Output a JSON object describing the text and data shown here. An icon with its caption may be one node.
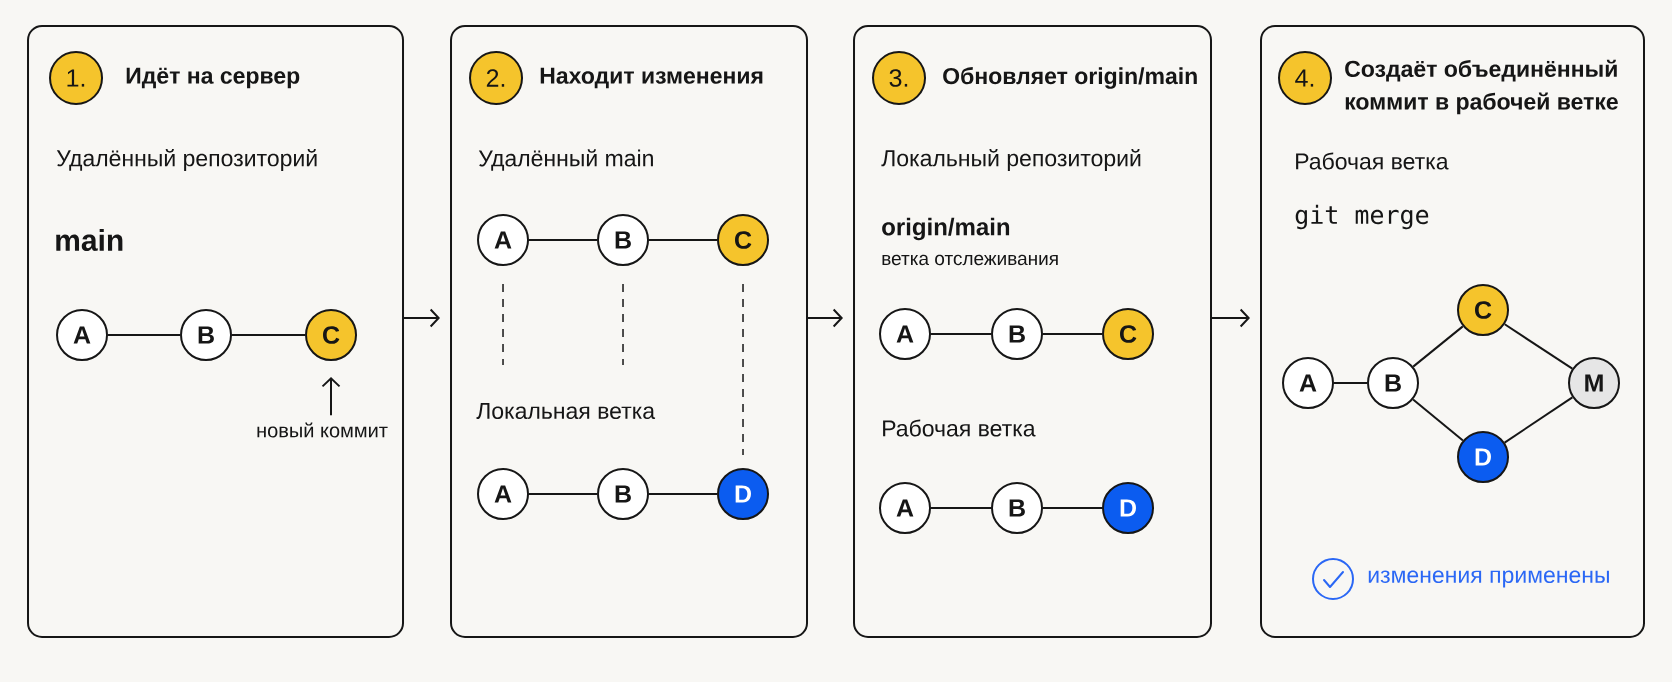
{
  "diagram": {
    "nodes": [
      {
        "text": [
          "Идёт на сервер",
          "Удалённый репозиторий",
          "main"
        ]
      },
      {
        "text": [
          "1."
        ],
        "in": 0
      },
      {
        "text": [
          "A"
        ],
        "in": 0
      },
      {
        "text": [
          "B"
        ],
        "in": 0
      },
      {
        "text": [
          "C"
        ],
        "in": 0
      },
      {
        "text": [
          "новый коммит"
        ],
        "in": 0
      },
      {
        "text": [
          "Находит изменения",
          "Удалённый main",
          "Локальная ветка"
        ]
      },
      {
        "text": [
          "2."
        ],
        "in": 6
      },
      {
        "text": [
          "A"
        ],
        "in": 6
      },
      {
        "text": [
          "B"
        ],
        "in": 6
      },
      {
        "text": [
          "C"
        ],
        "in": 6
      },
      {
        "text": [
          "A"
        ],
        "in": 6
      },
      {
        "text": [
          "B"
        ],
        "in": 6
      },
      {
        "text": [
          "D"
        ],
        "in": 6
      },
      {
        "text": [
          "Обновляет origin/main",
          "Локальный репозиторий",
          "origin/main",
          "ветка отслеживания",
          "Рабочая ветка"
        ]
      },
      {
        "text": [
          "3."
        ],
        "in": 14
      },
      {
        "text": [
          "A"
        ],
        "in": 14
      },
      {
        "text": [
          "B"
        ],
        "in": 14
      },
      {
        "text": [
          "C"
        ],
        "in": 14
      },
      {
        "text": [
          "A"
        ],
        "in": 14
      },
      {
        "text": [
          "B"
        ],
        "in": 14
      },
      {
        "text": [
          "D"
        ],
        "in": 14
      },
      {
        "text": [
          "Создаёт объединённый коммит в рабочей ветке",
          "Рабочая ветка",
          "git merge",
          "изменения применены"
        ]
      },
      {
        "text": [
          "4."
        ],
        "in": 22
      },
      {
        "text": [
          "A"
        ],
        "in": 22
      },
      {
        "text": [
          "B"
        ],
        "in": 22
      },
      {
        "text": [
          "C"
        ],
        "in": 22
      },
      {
        "text": [
          "D"
        ],
        "in": 22
      },
      {
        "text": [
          "M"
        ],
        "in": 22
      }
    ],
    "edges": [
      {
        "from": 0,
        "to": 6,
        "arrow": "to"
      },
      {
        "from": 6,
        "to": 14,
        "arrow": "to"
      },
      {
        "from": 14,
        "to": 22,
        "arrow": "to"
      },
      {
        "from": 2,
        "to": 3,
        "arrow": "none"
      },
      {
        "from": 3,
        "to": 4,
        "arrow": "none"
      },
      {
        "from": 5,
        "to": 4,
        "arrow": "to"
      },
      {
        "from": 8,
        "to": 9,
        "arrow": "none"
      },
      {
        "from": 9,
        "to": 10,
        "arrow": "none"
      },
      {
        "from": 8,
        "to": null,
        "arrow": "none",
        "style": "dashed"
      },
      {
        "from": 9,
        "to": null,
        "arrow": "none",
        "style": "dashed"
      },
      {
        "from": 10,
        "to": 13,
        "arrow": "none",
        "style": "dashed"
      },
      {
        "from": 11,
        "to": 12,
        "arrow": "none"
      },
      {
        "from": 12,
        "to": 13,
        "arrow": "none"
      },
      {
        "from": 16,
        "to": 17,
        "arrow": "none"
      },
      {
        "from": 17,
        "to": 18,
        "arrow": "none"
      },
      {
        "from": 19,
        "to": 20,
        "arrow": "none"
      },
      {
        "from": 20,
        "to": 21,
        "arrow": "none"
      },
      {
        "from": 24,
        "to": 25,
        "arrow": "none"
      },
      {
        "from": 25,
        "to": 26,
        "arrow": "none"
      },
      {
        "from": 25,
        "to": 27,
        "arrow": "none"
      },
      {
        "from": 26,
        "to": 28,
        "arrow": "none"
      },
      {
        "from": 27,
        "to": 28,
        "arrow": "none"
      }
    ]
  }
}
